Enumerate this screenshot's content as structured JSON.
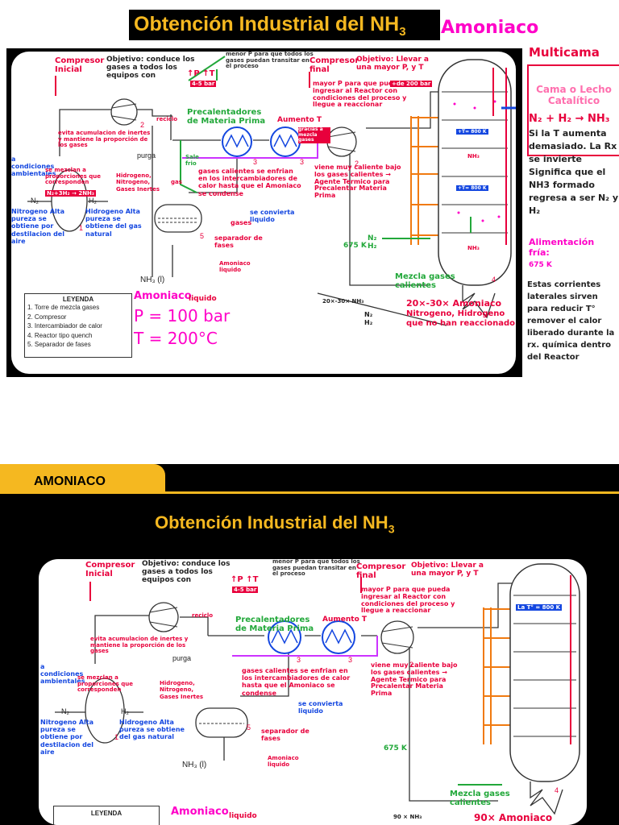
{
  "slide1": {
    "title": "Obtención  Industrial  del  NH",
    "title_sub": "3",
    "title_suffix": "Amoniaco",
    "multicama": "Multicama",
    "cama": "Cama o Lecho Catalítico",
    "reaction": "N₂ + H₂ → NH₃",
    "si_temp": "Si la T aumenta demasiado. La Rx se invierte Significa que el NH3 formado regresa a ser N₂ y H₂",
    "alim_fria": "Alimentación fría:",
    "alim_gas": "675 K",
    "estas": "Estas corrientes laterales sirven para reducir T° remover el calor liberado durante la rx. química dentro del Reactor",
    "colors": {
      "red": "#e8003c",
      "pink": "#ff00c8",
      "green": "#22a83a",
      "blue": "#1447e0",
      "orange": "#f07a10",
      "magenta_bg": "#ff6fae"
    }
  },
  "slide2": {
    "header": "AMONIACO",
    "title": "Obtención  Industrial  del  NH",
    "title_sub": "3"
  },
  "diagram": {
    "compresor_inicial": "Compresor Inicial",
    "objetivo1": "Objetivo: conduce los gases a todos los equipos con",
    "up_p": "↑P ↑T",
    "bar45": "4-5 bar",
    "menor_p": "menor P para que todos los gases puedan transitar en el proceso",
    "compresor_final": "Compresor final",
    "objetivo2": "Objetivo: Llevar a una mayor P, y T",
    "mayor_p": "mayor P para que pueda ingresar al Reactor con condiciones del proceso y llegue a reaccionar",
    "bar200": "+de 200 bar",
    "precalentadores": "Precalentadores de Materia Prima",
    "aumento": "Aumento T",
    "gracias": "gracias a mezcla gases",
    "reciclo": "reciclo",
    "purga": "purga",
    "evita": "evita acumulacion de inertes y mantiene la proporción de los gases",
    "condiciones": "a condiciones ambientales",
    "se_mezclan": "se mezclan a proporciones que corresponden",
    "mix_eq": "N₂+3H₂ → 2NH₃",
    "n2": "N₂",
    "h2": "H₂",
    "nitrogeno": "Nitrogeno Alta pureza se obtiene por destilacion del aire",
    "hidrogeno": "Hidrogeno Alta pureza se obtiene del gas natural",
    "gases_list": "Hidrogeno, Nitrogeno, Gases Inertes",
    "gas_label": "gas",
    "sale_frio": "Sale frio",
    "gases_calientes": "gases calientes se enfrian en los intercambiadores de calor hasta que el Amoniaco se condense",
    "se_convierta": "se convierta liquido",
    "gases_sep": "gases",
    "separador": "separador de fases",
    "amoniaco_liq": "Amoniaco liquido",
    "nh3_l": "NH₃ (l)",
    "amoniaco_hand": "Amoniaco",
    "liquido": "liquido",
    "p_val": "P = 100 bar",
    "t_val": "T = 200°C",
    "viene": "viene muy caliente bajo los gases calientes → Agente Termico para Precalentar Materia Prima",
    "k675": "675 K",
    "mezcla": "Mezcla gases calientes",
    "pct1": "20×-30× NH₃",
    "pct_big": "20×-30× Amoniaco",
    "pct2_small": "90 × NH₃",
    "pct2_big": "90× Amoniaco",
    "nitrogeno_hidrogeno": "Nitrogeno, Hidrogeno que no han reaccionado",
    "n2h2": "N₂ H₂",
    "alimentacion": "Alimentación fría",
    "t800": "La T° = 800 K",
    "t800s": "+T= 800 K",
    "nh3": "NH₃",
    "num1": "1",
    "num2": "2",
    "num3": "3",
    "num4": "4",
    "num5": "5",
    "leyenda_title": "LEYENDA",
    "leyenda": [
      "1. Torre de mezcla gases",
      "2. Compresor",
      "3. Intercambiador de calor",
      "4. Reactor tipo quench",
      "5. Separador de fases"
    ]
  }
}
